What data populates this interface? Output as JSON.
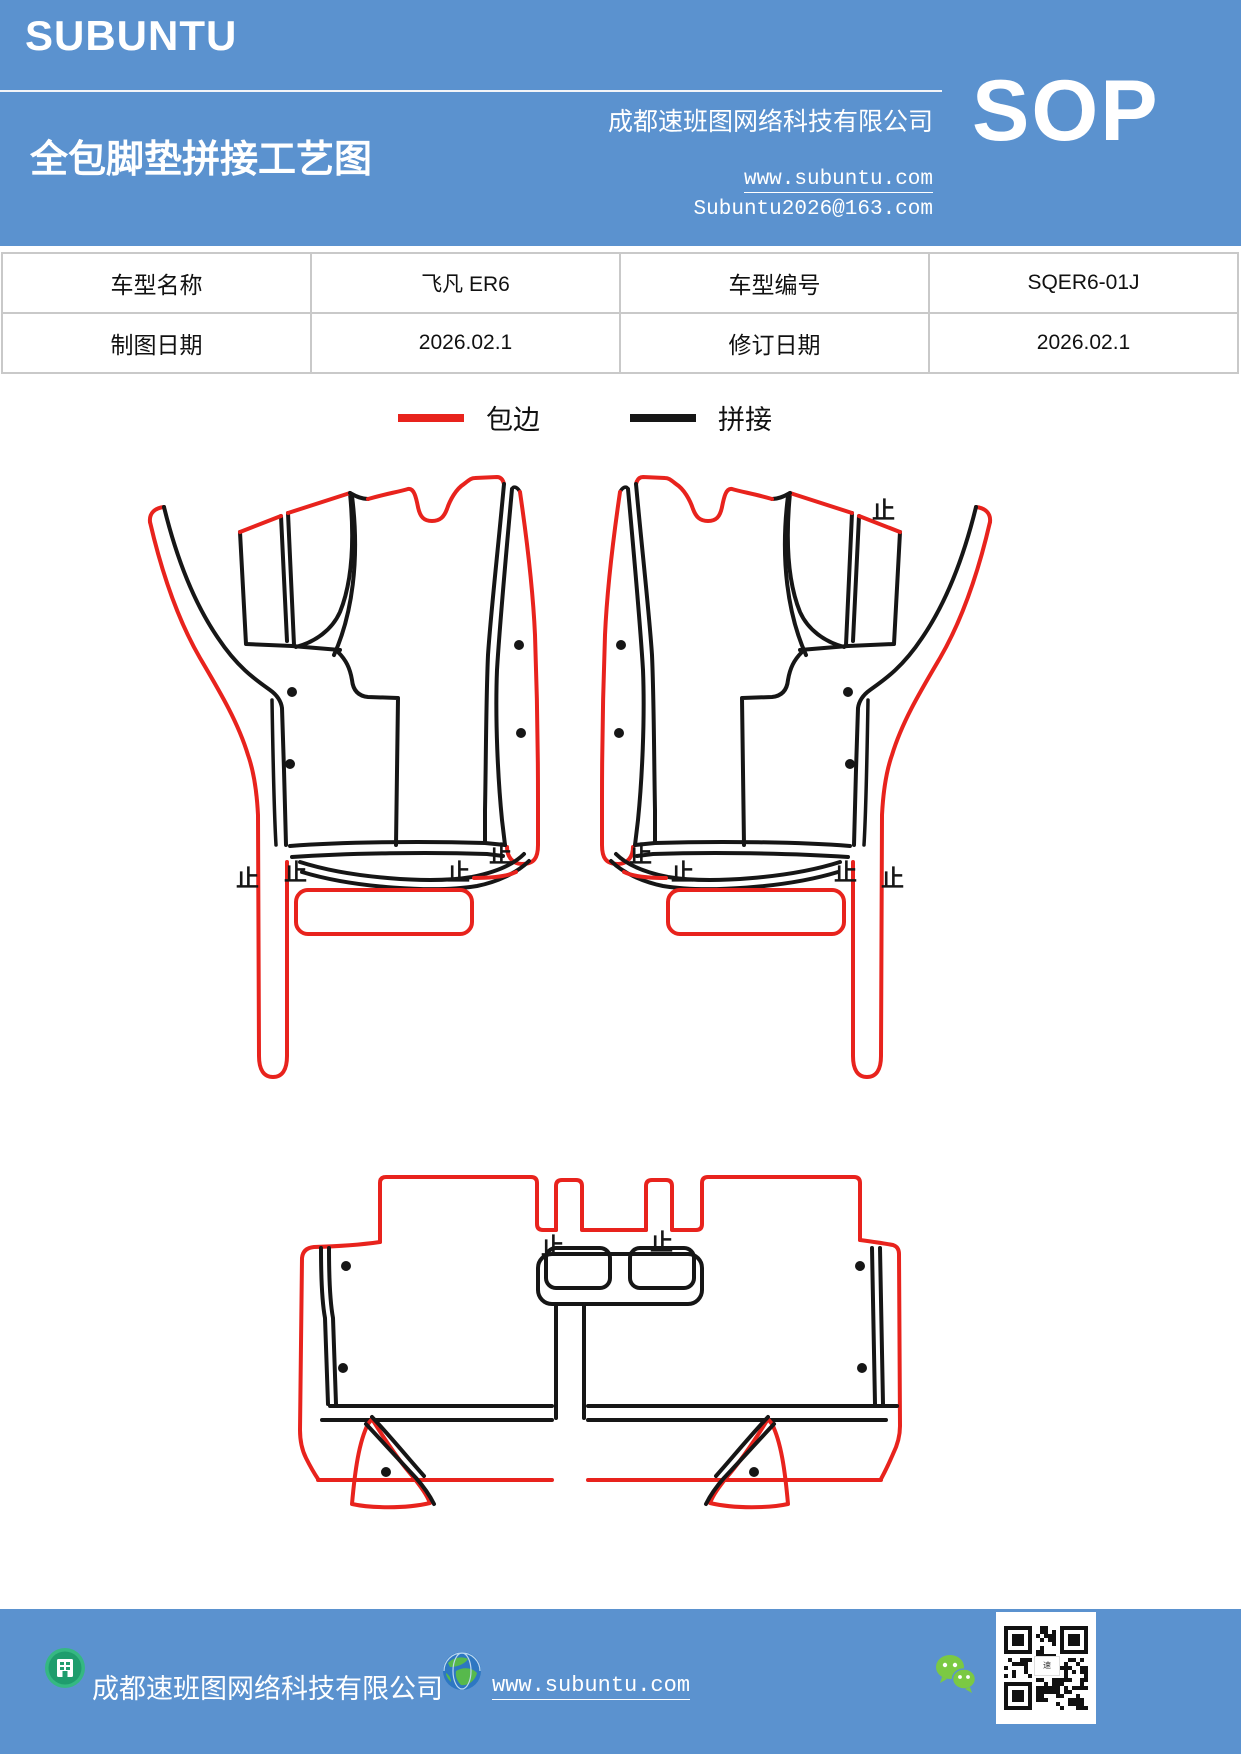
{
  "header": {
    "logo": "SUBUNTU",
    "title": "全包脚垫拼接工艺图",
    "company": "成都速班图网络科技有限公司",
    "website": "www.subuntu.com",
    "email": "Subuntu2026@163.com",
    "badge": "SOP"
  },
  "info_table": {
    "model_name_label": "车型名称",
    "model_name": "飞凡 ER6",
    "model_code_label": "车型编号",
    "model_code": "SQER6-01J",
    "draw_date_label": "制图日期",
    "draw_date": "2026.02.1",
    "revise_date_label": "修订日期",
    "revise_date": "2026.02.1"
  },
  "legend": {
    "binding_label": "包边",
    "binding_color": "#e8231d",
    "splicing_label": "拼接",
    "splicing_color": "#161616"
  },
  "diagram": {
    "stop_mark": "止"
  },
  "footer": {
    "company": "成都速班图网络科技有限公司",
    "website": "www.subuntu.com"
  },
  "colors": {
    "banner_blue": "#5b92cf",
    "binding_red": "#e8231d",
    "splice_black": "#161616"
  }
}
